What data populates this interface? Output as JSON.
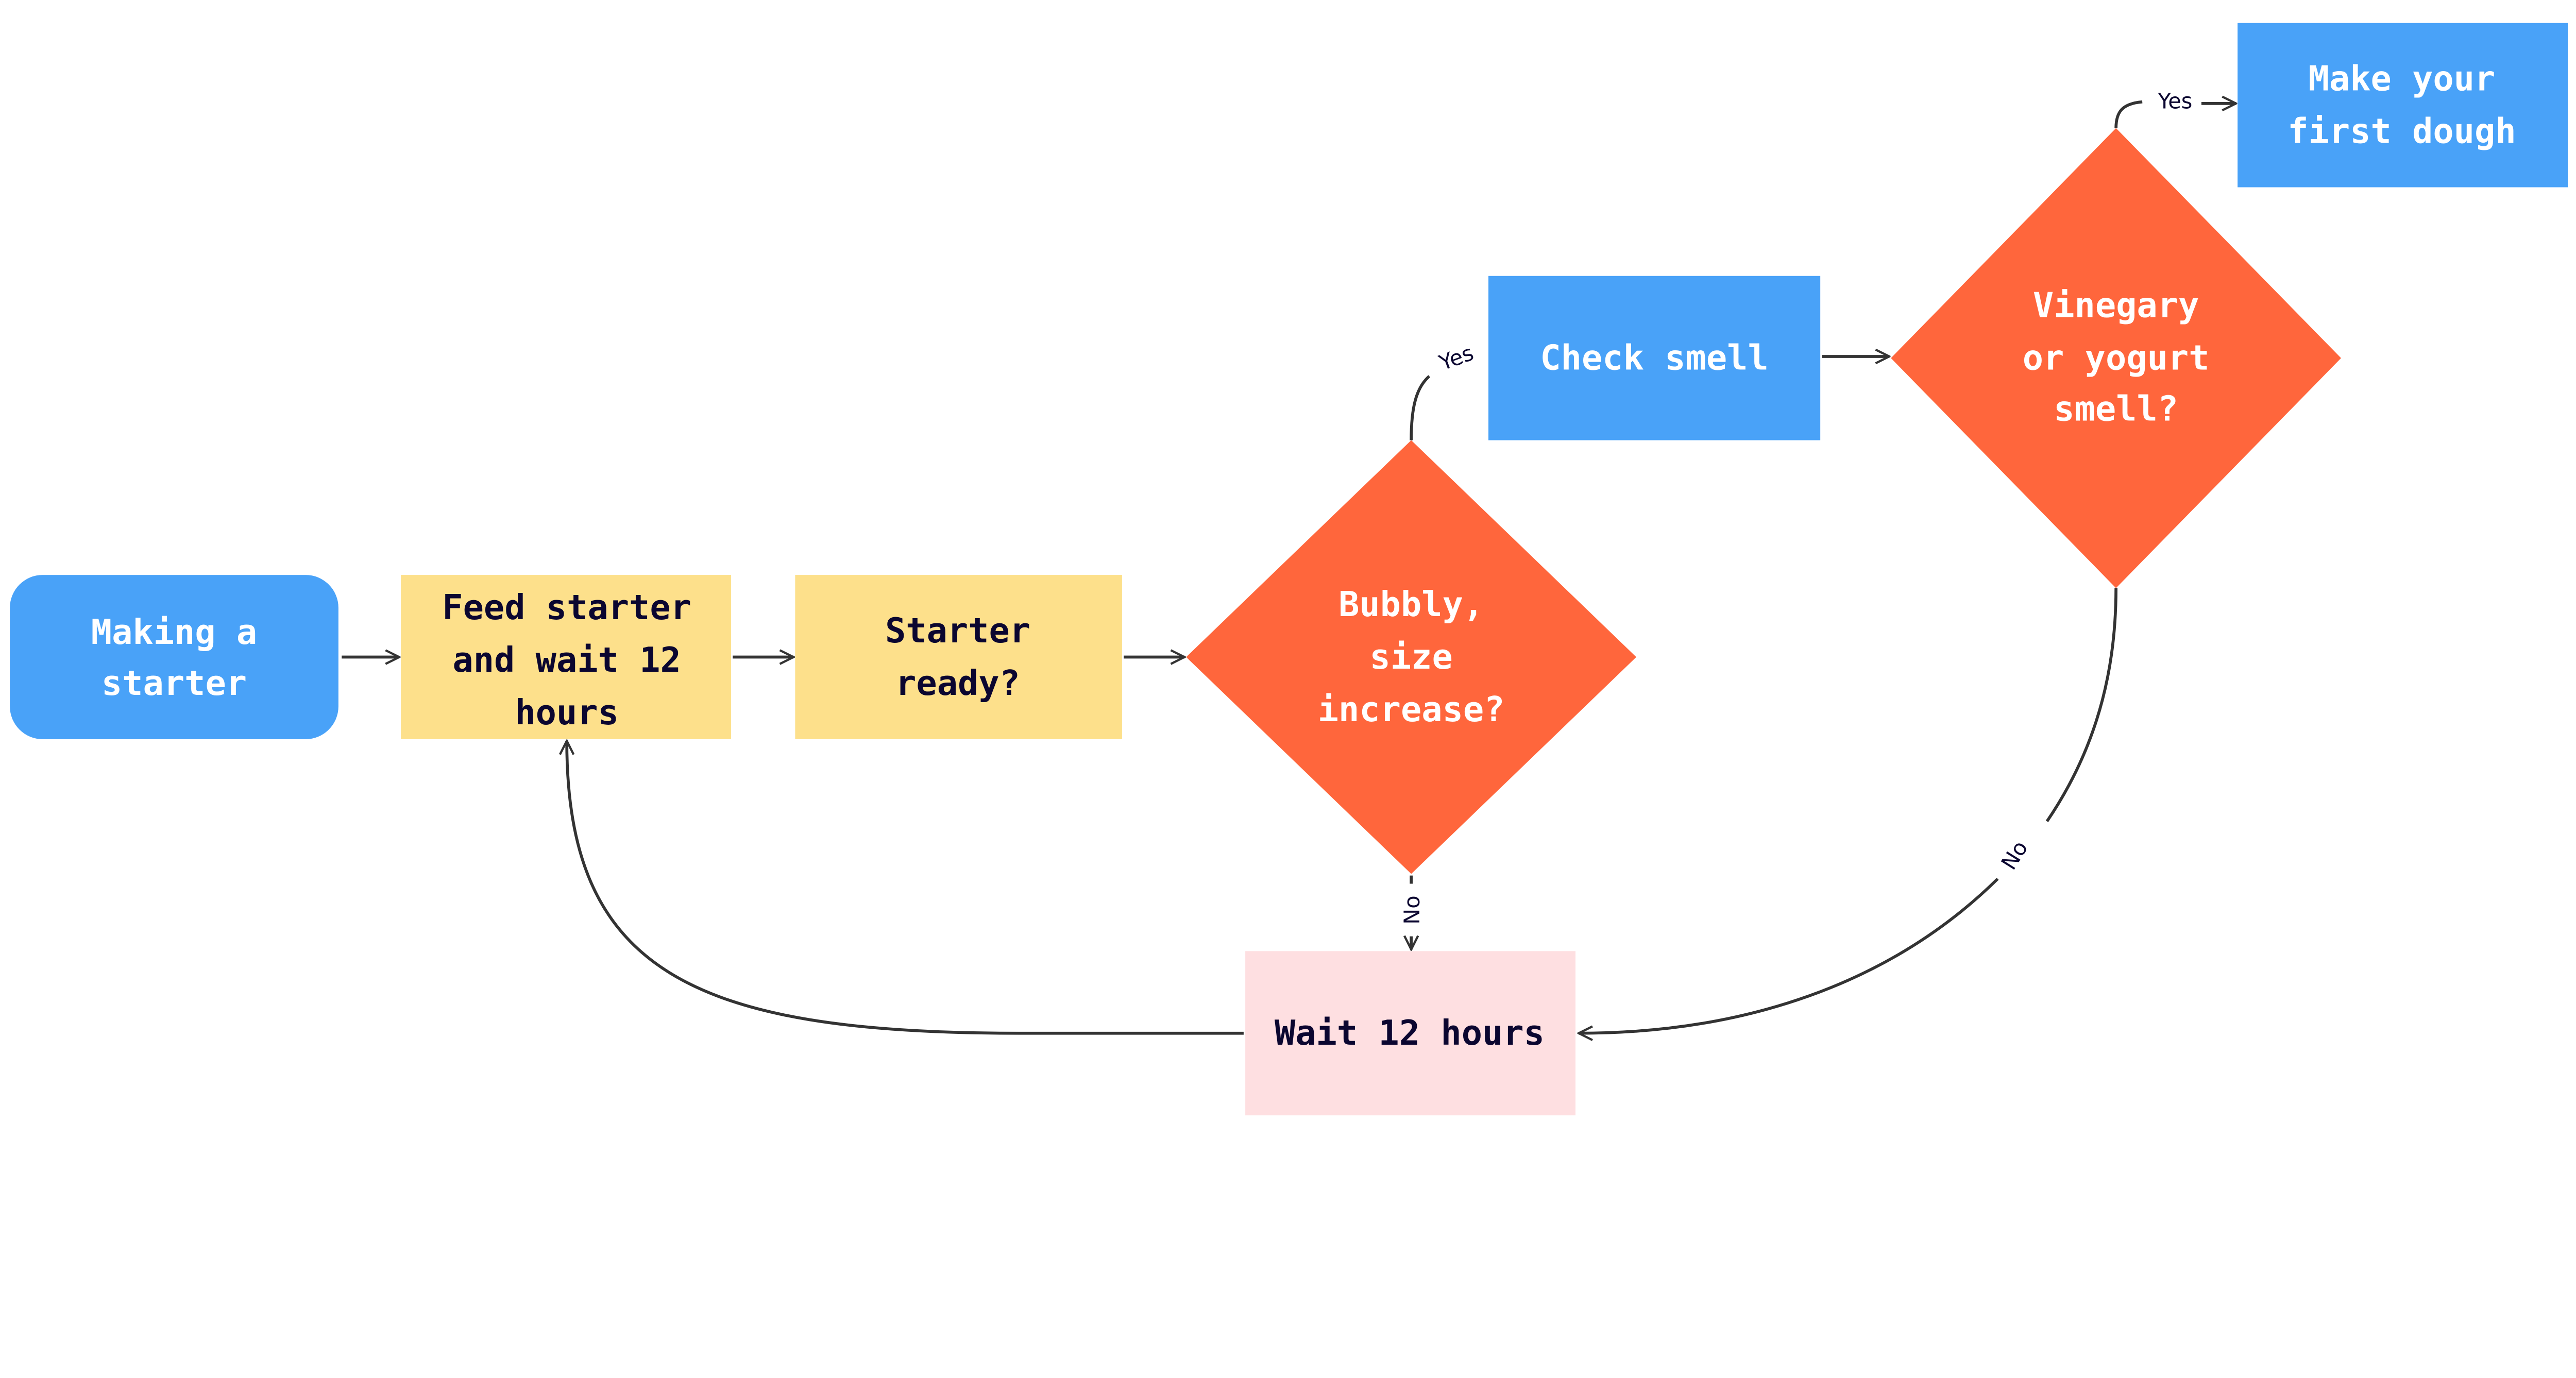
{
  "colors": {
    "process_blue": "#49A2F8",
    "process_yellow": "#FDE08B",
    "decision_orange": "#FF663C",
    "wait_pink": "#FEDFE1",
    "text_dark": "#0B0630",
    "text_light": "#FFFFFF",
    "edge": "#333333"
  },
  "nodes": {
    "start": {
      "lines": [
        "Making a",
        "starter"
      ]
    },
    "feed": {
      "lines": [
        "Feed starter",
        "and wait 12",
        "hours"
      ]
    },
    "ready": {
      "lines": [
        "Starter",
        "ready?"
      ]
    },
    "bubbly": {
      "lines": [
        "Bubbly,",
        "size",
        "increase?"
      ]
    },
    "check": {
      "lines": [
        "Check smell"
      ]
    },
    "vinegary": {
      "lines": [
        "Vinegary",
        "or yogurt",
        "smell?"
      ]
    },
    "dough": {
      "lines": [
        "Make your",
        "first dough"
      ]
    },
    "wait": {
      "lines": [
        "Wait 12 hours"
      ]
    }
  },
  "edge_labels": {
    "bubbly_yes": "Yes",
    "bubbly_no": "No",
    "vinegary_yes": "Yes",
    "vinegary_no": "No"
  }
}
